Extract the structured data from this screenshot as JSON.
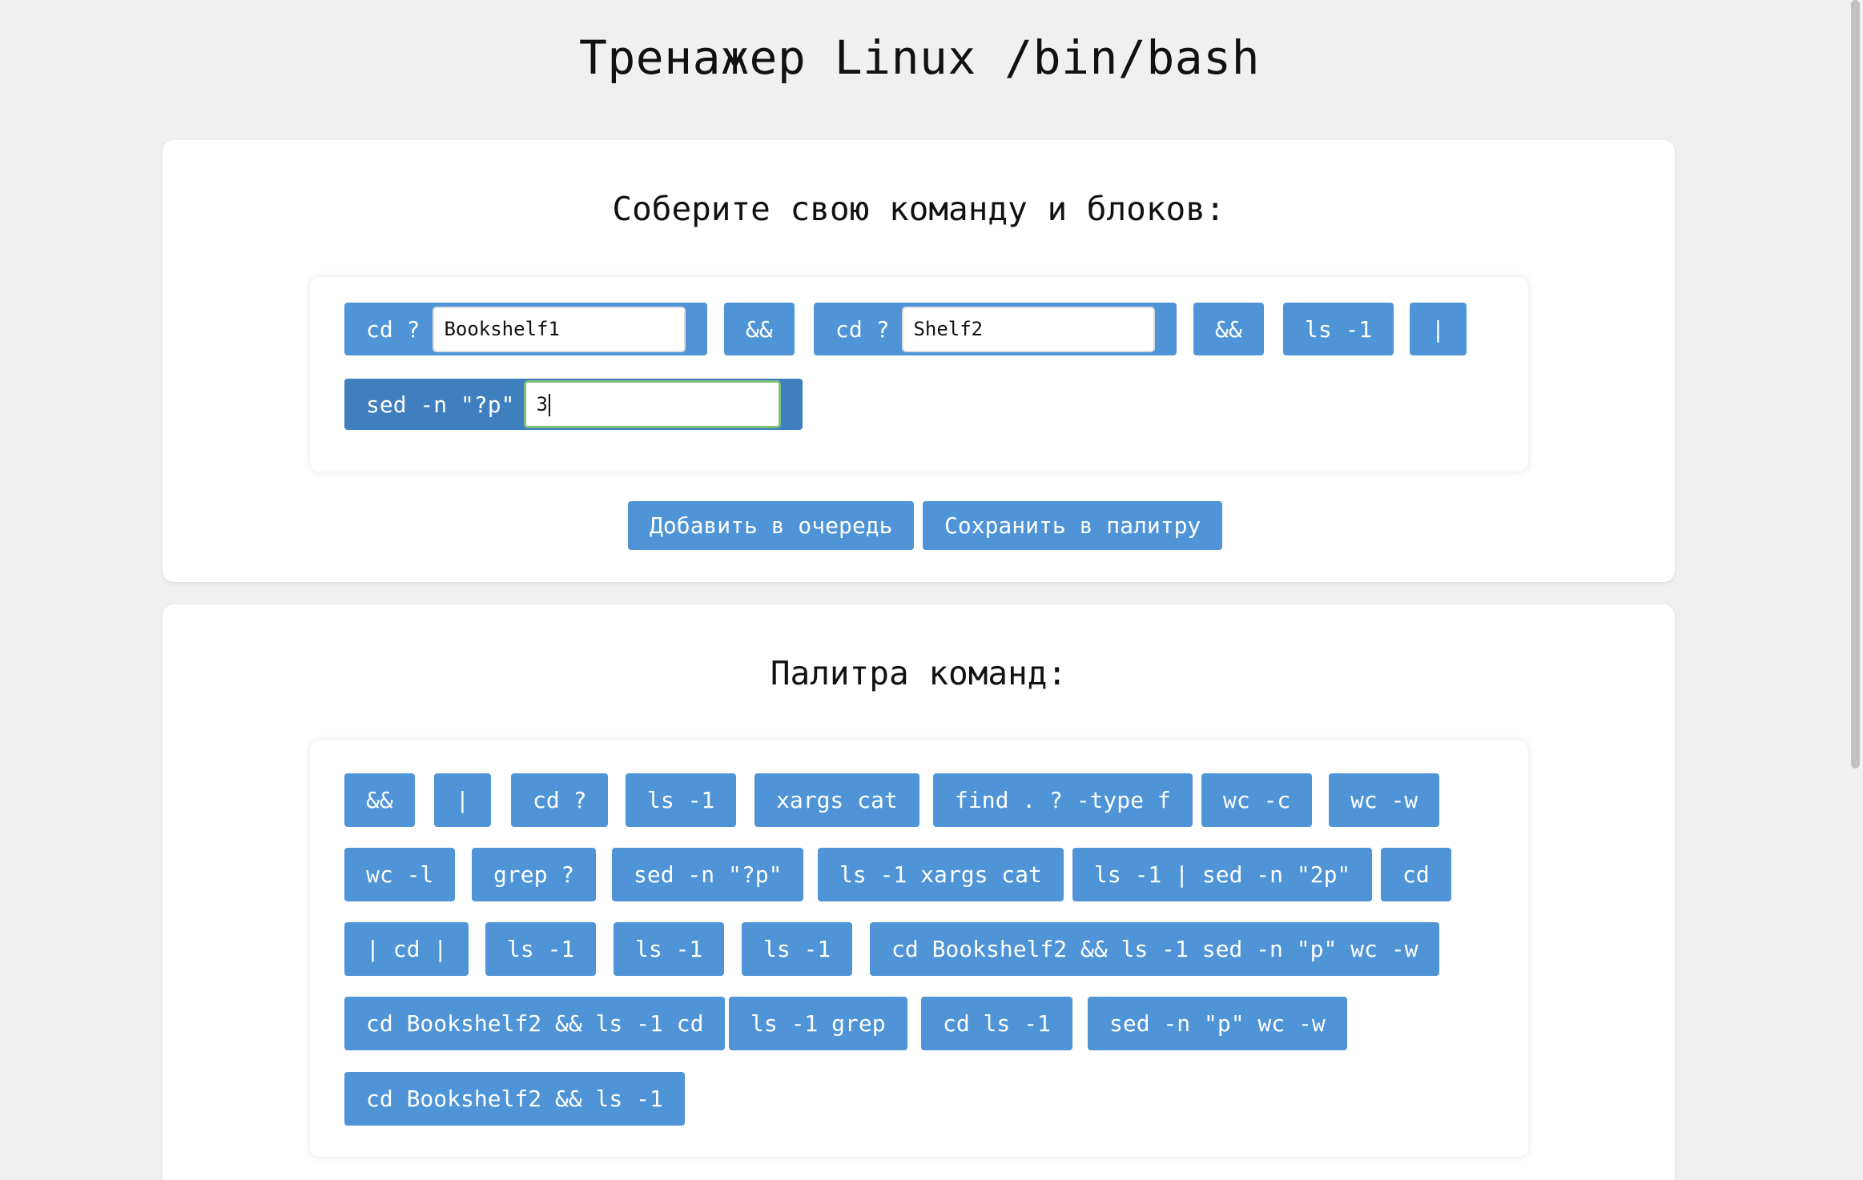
{
  "page": {
    "title": "Тренажер Linux /bin/bash"
  },
  "builder": {
    "heading": "Соберите свою команду и блоков:",
    "blocks": [
      {
        "label": "cd ?",
        "value": "Bookshelf1"
      },
      {
        "label": "&&"
      },
      {
        "label": "cd ?",
        "value": "Shelf2"
      },
      {
        "label": "&&"
      },
      {
        "label": "ls -1"
      },
      {
        "label": "|"
      },
      {
        "label": "sed -n \"?p\"",
        "value": "3"
      }
    ],
    "add_to_queue_label": "Добавить в очередь",
    "save_to_palette_label": "Сохранить в палитру"
  },
  "palette": {
    "heading": "Палитра команд:",
    "items": [
      "&&",
      "|",
      "cd ?",
      "ls -1",
      "xargs cat",
      "find . ? -type f",
      "wc -c",
      "wc -w",
      "wc -l",
      "grep ?",
      "sed -n \"?p\"",
      "ls -1 xargs cat",
      "ls -1 | sed -n \"2p\"",
      "cd",
      "| cd |",
      "ls -1",
      "ls -1",
      "ls -1",
      "cd Bookshelf2 && ls -1 sed -n \"p\" wc -w",
      "cd Bookshelf2 && ls -1 cd",
      "ls -1 grep",
      "cd ls -1",
      "sed -n \"p\" wc -w",
      "cd Bookshelf2 && ls -1"
    ]
  }
}
